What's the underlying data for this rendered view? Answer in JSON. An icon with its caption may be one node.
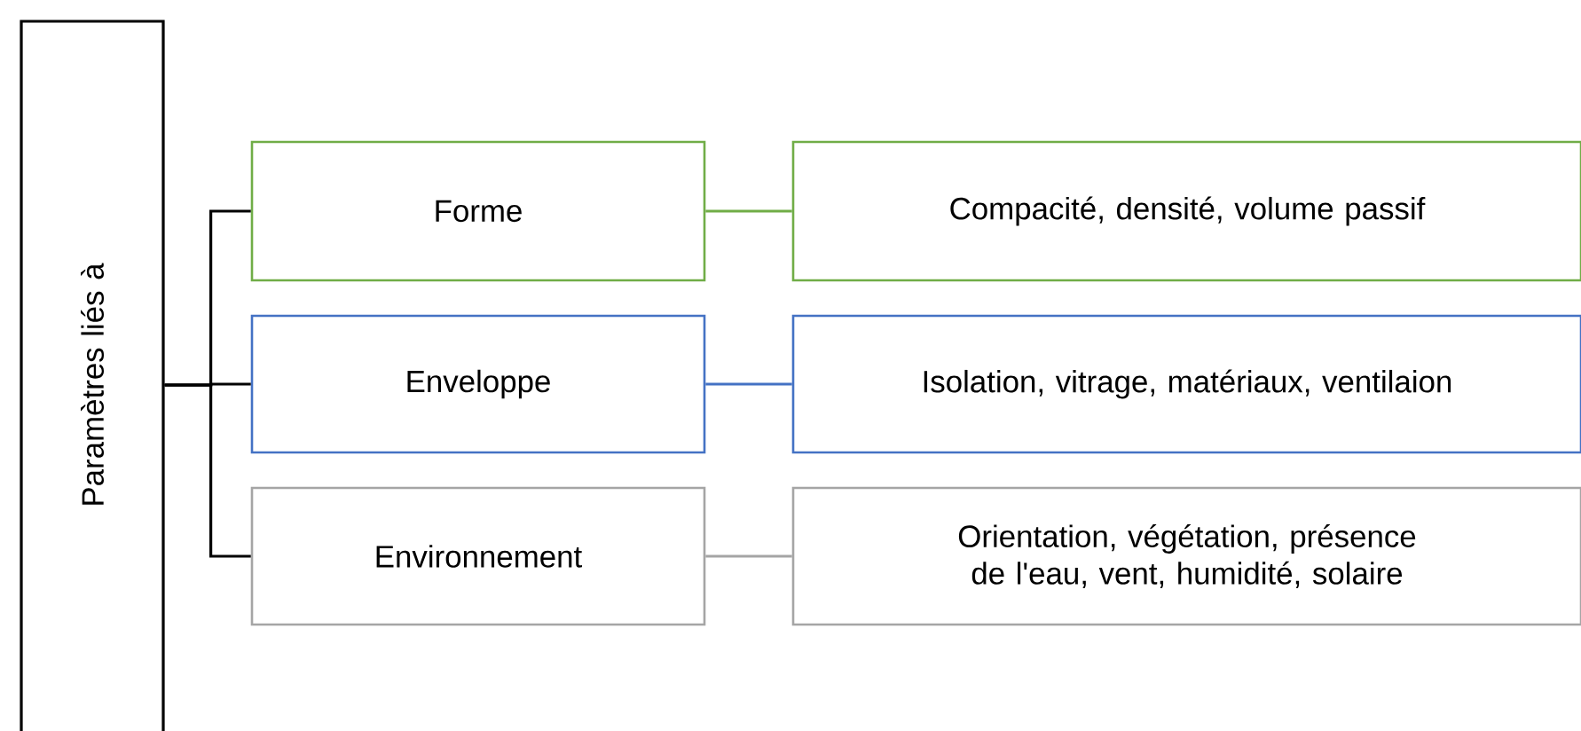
{
  "diagram": {
    "nodes": [
      {
        "text": [
          "Paramètres liés à"
        ]
      },
      {
        "text": [
          "Forme"
        ]
      },
      {
        "text": [
          "Enveloppe"
        ]
      },
      {
        "text": [
          "Environnement"
        ]
      },
      {
        "text": [
          "Compacité, densité, volume passif"
        ]
      },
      {
        "text": [
          "Isolation, vitrage, matériaux, ventilaion"
        ]
      },
      {
        "text": [
          "Orientation, végétation, présence de l'eau, vent, humidité, solaire"
        ]
      }
    ],
    "edges": [
      {
        "from": 0,
        "to": 1,
        "arrow": "none"
      },
      {
        "from": 0,
        "to": 2,
        "arrow": "none"
      },
      {
        "from": 0,
        "to": 3,
        "arrow": "none"
      },
      {
        "from": 1,
        "to": 4,
        "arrow": "none",
        "color": "#70ad47"
      },
      {
        "from": 2,
        "to": 5,
        "arrow": "none",
        "color": "#4472c4"
      },
      {
        "from": 3,
        "to": 6,
        "arrow": "none",
        "color": "#a5a5a5"
      }
    ]
  }
}
